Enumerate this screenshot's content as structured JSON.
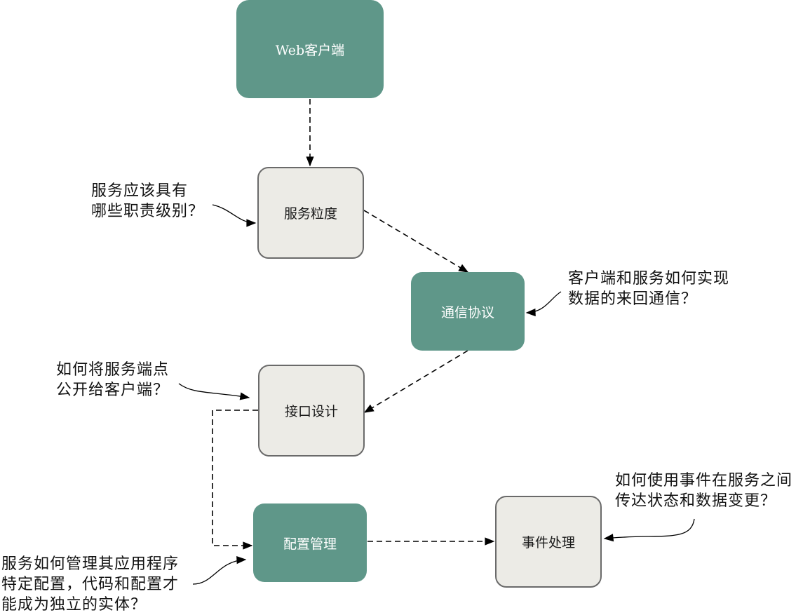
{
  "diagram": {
    "colors": {
      "primary_node": "#5f9789",
      "secondary_node": "#ecebe6",
      "secondary_border": "#6a6a6a",
      "edge": "#000000"
    },
    "nodes": [
      {
        "id": "web-client",
        "label": "Web客户端",
        "style": "primary"
      },
      {
        "id": "service-granularity",
        "label": "服务粒度",
        "style": "secondary"
      },
      {
        "id": "communication-protocol",
        "label": "通信协议",
        "style": "primary"
      },
      {
        "id": "interface-design",
        "label": "接口设计",
        "style": "secondary"
      },
      {
        "id": "configuration-management",
        "label": "配置管理",
        "style": "primary"
      },
      {
        "id": "event-processing",
        "label": "事件处理",
        "style": "secondary"
      }
    ],
    "edges": [
      {
        "from": "web-client",
        "to": "service-granularity",
        "style": "dashed"
      },
      {
        "from": "service-granularity",
        "to": "communication-protocol",
        "style": "dashed"
      },
      {
        "from": "communication-protocol",
        "to": "interface-design",
        "style": "dashed"
      },
      {
        "from": "interface-design",
        "to": "configuration-management",
        "style": "dashed"
      },
      {
        "from": "configuration-management",
        "to": "event-processing",
        "style": "dashed"
      }
    ],
    "annotations": [
      {
        "target": "service-granularity",
        "text": "服务应该具有\n哪些职责级别？"
      },
      {
        "target": "communication-protocol",
        "text": "客户端和服务如何实现\n数据的来回通信？"
      },
      {
        "target": "interface-design",
        "text": "如何将服务端点\n公开给客户端？"
      },
      {
        "target": "configuration-management",
        "text": "服务如何管理其应用程序\n特定配置，代码和配置才\n能成为独立的实体？"
      },
      {
        "target": "event-processing",
        "text": "如何使用事件在服务之间\n传达状态和数据变更？"
      }
    ]
  }
}
